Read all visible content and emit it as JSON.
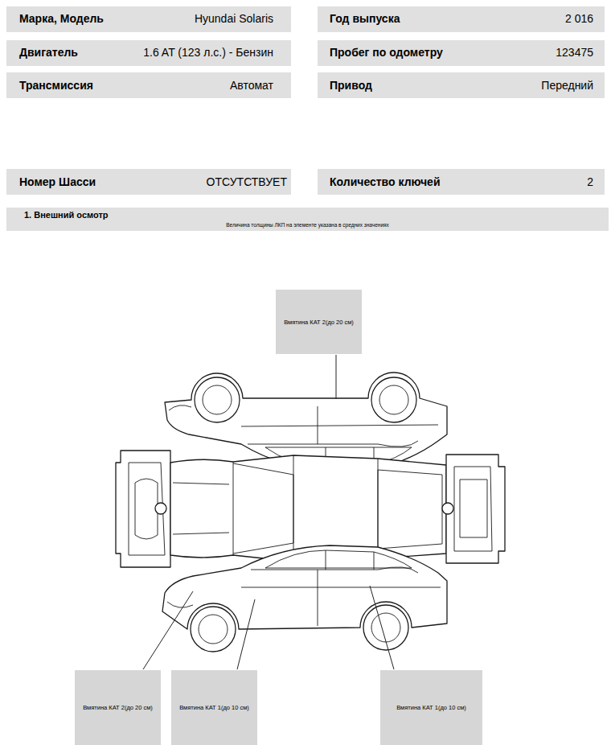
{
  "diagram": {
    "nodes": [
      {
        "text": [
          "Вмятина КАТ 2(до 20 см)"
        ]
      },
      {
        "text": [
          "Вмятина КАТ 2(до 20 см)"
        ]
      },
      {
        "text": [
          "Вмятина КАТ 1(до 10 см)"
        ]
      },
      {
        "text": [
          "Вмятина КАТ 1(до 10 см)"
        ]
      }
    ],
    "labels": [
      "Марка, Модель",
      "Hyundai Solaris",
      "Год выпуска",
      "2 016",
      "Двигатель",
      "1.6 AT (123 л.с.) - Бензин",
      "Пробег по одометру",
      "123475",
      "Трансмиссия",
      "Автомат",
      "Привод",
      "Передний",
      "Номер Шасси",
      "ОТСУТСТВУЕТ",
      "Количество ключей",
      "2",
      "1. Внешний осмотр",
      "Величина толщины ЛКП на элементе указана в средних значениях"
    ]
  }
}
